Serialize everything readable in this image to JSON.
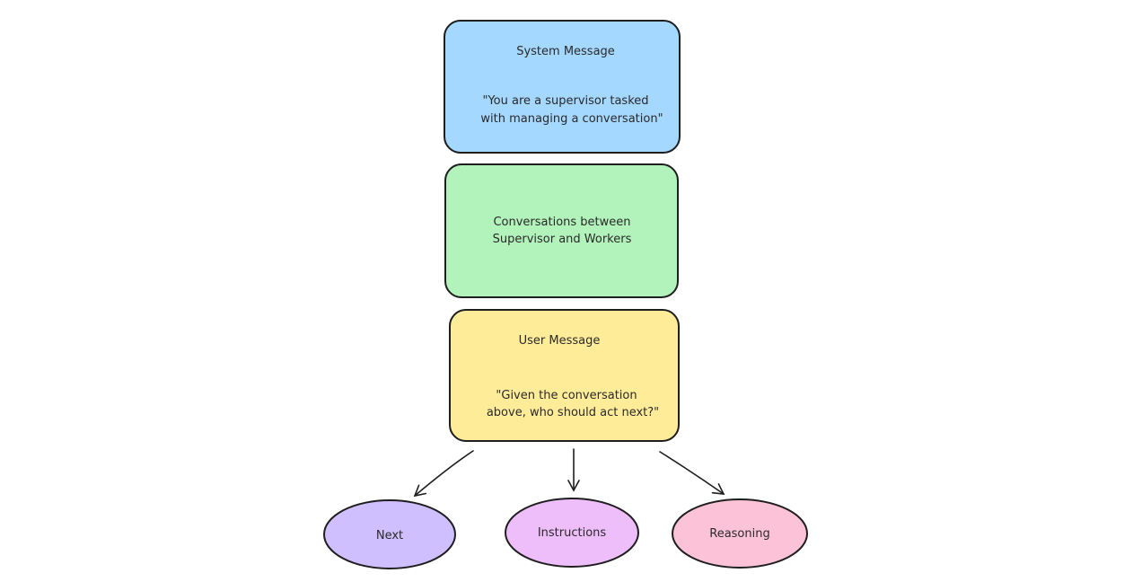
{
  "boxes": [
    {
      "id": "system-message",
      "title": "System Message",
      "body_lines": [
        "\"You are a supervisor tasked",
        "with managing a conversation\""
      ],
      "color": "#a5d8ff"
    },
    {
      "id": "conversations",
      "title": "",
      "body_lines": [
        "Conversations between",
        "Supervisor and Workers"
      ],
      "color": "#b2f2bb"
    },
    {
      "id": "user-message",
      "title": "User Message",
      "body_lines": [
        "\"Given the conversation",
        "above, who should act next?\""
      ],
      "color": "#ffec99"
    }
  ],
  "outputs": [
    {
      "id": "next",
      "label": "Next",
      "color": "#d0bfff"
    },
    {
      "id": "instructions",
      "label": "Instructions",
      "color": "#eebefa"
    },
    {
      "id": "reasoning",
      "label": "Reasoning",
      "color": "#fcc2d7"
    }
  ],
  "stroke_color": "#1e1e1e"
}
